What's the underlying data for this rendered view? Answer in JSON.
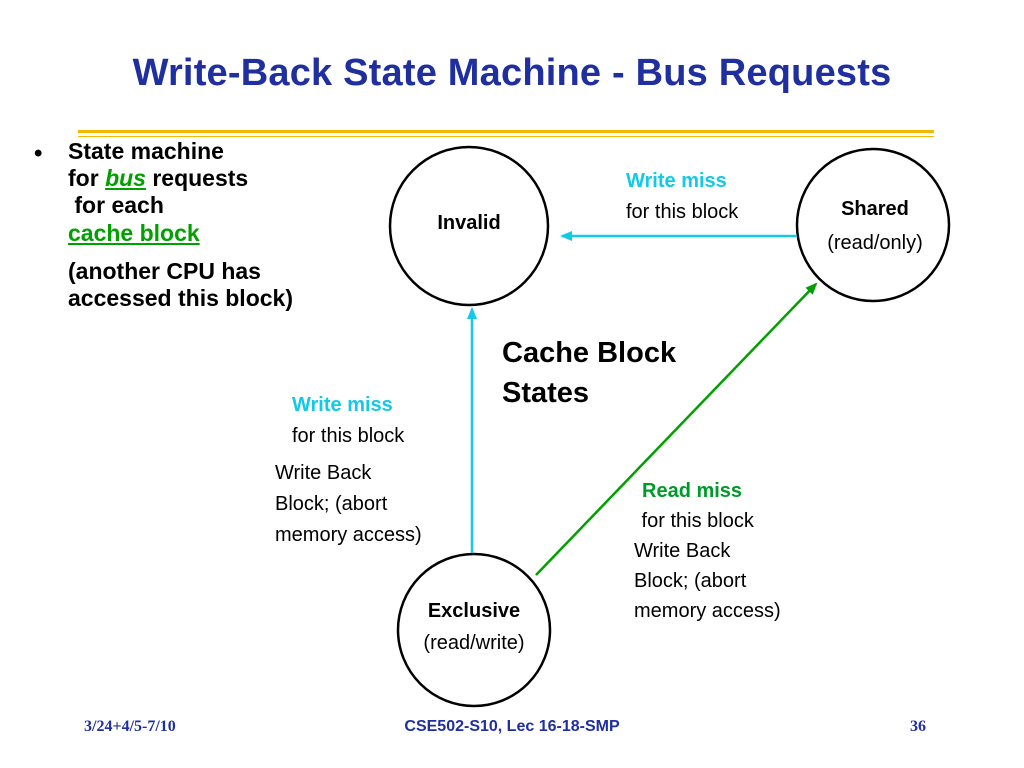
{
  "title": "Write-Back State Machine - Bus Requests",
  "bullet": {
    "symbol": "•",
    "line1": "State machine",
    "line2_prefix": "for ",
    "line2_bus": "bus",
    "line2_suffix": " requests",
    "line3": " for each",
    "line4": "cache block",
    "para2_line1": "(another CPU has",
    "para2_line2": "accessed this block)"
  },
  "states": {
    "invalid": "Invalid",
    "shared_name": "Shared",
    "shared_sub": "(read/only)",
    "exclusive_name": "Exclusive",
    "exclusive_sub": "(read/write)"
  },
  "transitions": {
    "shared_to_invalid": {
      "event": "Write miss",
      "detail": "for this block"
    },
    "exclusive_to_invalid": {
      "event": "Write miss",
      "detail": "for this block",
      "action1": "Write Back",
      "action2": "Block; (abort",
      "action3": "memory access)"
    },
    "exclusive_to_shared": {
      "event": "Read miss",
      "detail": " for this block",
      "action1": "Write Back",
      "action2": "Block; (abort",
      "action3": "memory access)"
    }
  },
  "legend": {
    "line1": "Cache Block",
    "line2": "States"
  },
  "colors": {
    "title": "#1f2fa0",
    "rule": "#f5b800",
    "cyan_arrow": "#12c9e8",
    "green_arrow": "#00a000"
  },
  "footer": {
    "left": "3/24+4/5-7/10",
    "center": "CSE502-S10, Lec 16-18-SMP",
    "right": "36"
  }
}
